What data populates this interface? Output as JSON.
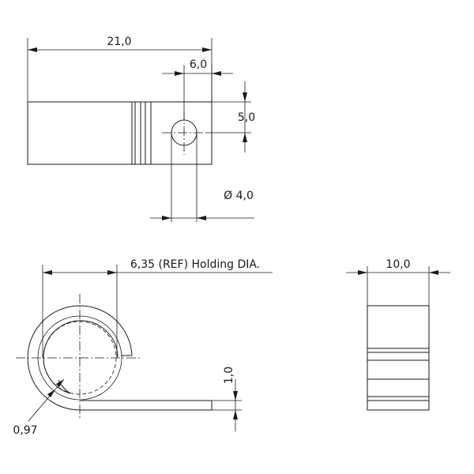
{
  "drawing": {
    "dimensions": {
      "overall_length": "21,0",
      "block_length": "6,0",
      "block_height": "5,0",
      "hole_diameter": "Ø 4,0",
      "holding_diameter": "6,35 (REF) Holding DIA.",
      "strip_thickness": "1,0",
      "wire_gauge": "0,97",
      "side_width": "10,0"
    },
    "line_color": "#1a1a1a",
    "background": "#ffffff"
  }
}
